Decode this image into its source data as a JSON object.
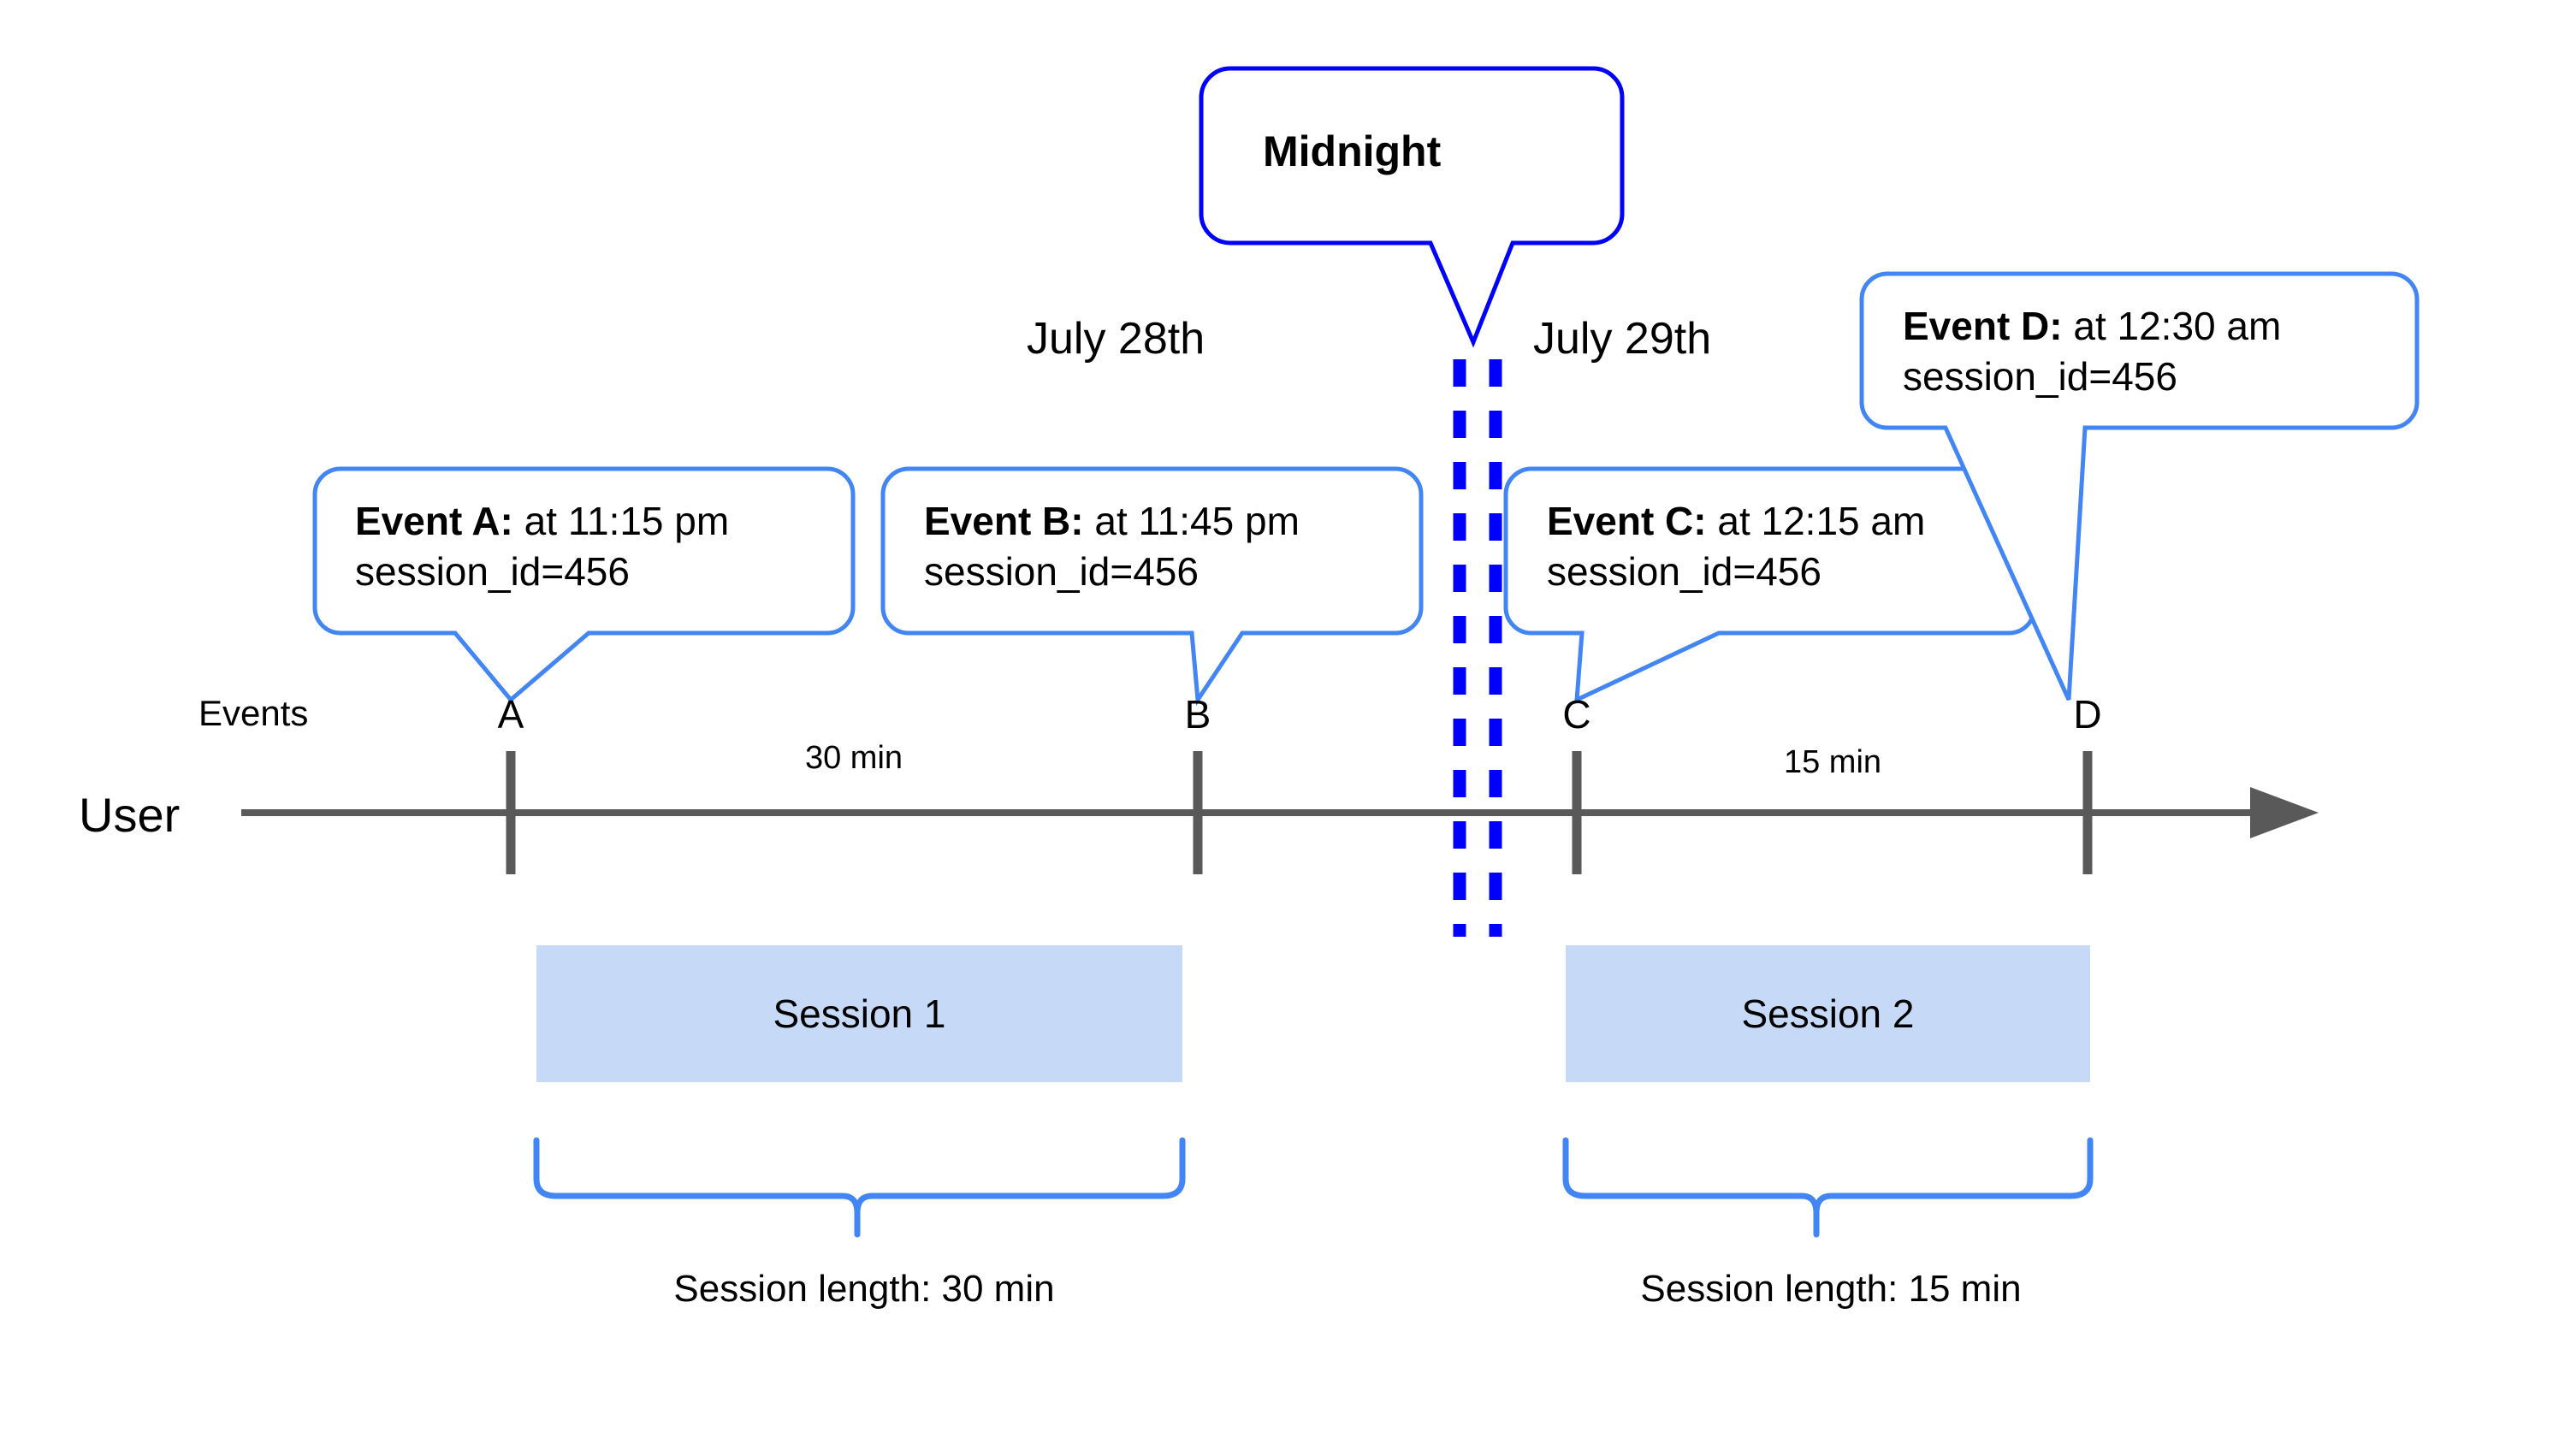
{
  "diagram": {
    "title_callout": {
      "label": "Midnight",
      "border_color": "#0000FF"
    },
    "dates": [
      {
        "label": "July 28th"
      },
      {
        "label": "July 29th"
      }
    ],
    "axis": {
      "row_label": "User",
      "events_label": "Events",
      "line_color": "#595959"
    },
    "midnight_divider": {
      "color": "#0000FF",
      "style": "dashed-double"
    },
    "events": [
      {
        "tick": "A",
        "bold": "Event A:",
        "rest": " at 11:15 pm",
        "line2": "session_id=456"
      },
      {
        "tick": "B",
        "bold": "Event B:",
        "rest": " at 11:45 pm",
        "line2": "session_id=456"
      },
      {
        "tick": "C",
        "bold": "Event C:",
        "rest": " at 12:15 am",
        "line2": "session_id=456"
      },
      {
        "tick": "D",
        "bold": "Event D:",
        "rest": " at 12:30 am",
        "line2": "session_id=456"
      }
    ],
    "gaps": [
      {
        "label": "30 min"
      },
      {
        "label": "15 min"
      }
    ],
    "sessions": [
      {
        "label": "Session 1",
        "length_label": "Session length: 30 min",
        "fill": "#c6daf8"
      },
      {
        "label": "Session 2",
        "length_label": "Session length: 15 min",
        "fill": "#c6daf8"
      }
    ],
    "colors": {
      "callout_border": "#4285f4",
      "midnight_border": "#0000ff",
      "axis": "#595959",
      "session_fill": "#c6daf8",
      "brace": "#4285f4"
    }
  }
}
